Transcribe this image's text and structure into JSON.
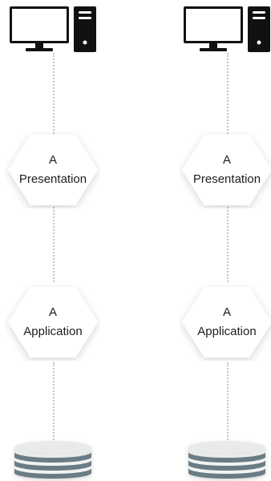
{
  "diagram": {
    "colors": {
      "device": "#111111",
      "hex_fill": "#ffffff",
      "connector": "#c4c4c4",
      "db_top": "#e9eaea",
      "db_band": "#6b7c85"
    },
    "columns": [
      {
        "client_icon": "desktop-computer-icon",
        "presentation": {
          "line1": "A",
          "line2": "Presentation"
        },
        "application": {
          "line1": "A",
          "line2": "Application"
        },
        "database_icon": "database-icon"
      },
      {
        "client_icon": "desktop-computer-icon",
        "presentation": {
          "line1": "A",
          "line2": "Presentation"
        },
        "application": {
          "line1": "A",
          "line2": "Application"
        },
        "database_icon": "database-icon"
      }
    ]
  }
}
